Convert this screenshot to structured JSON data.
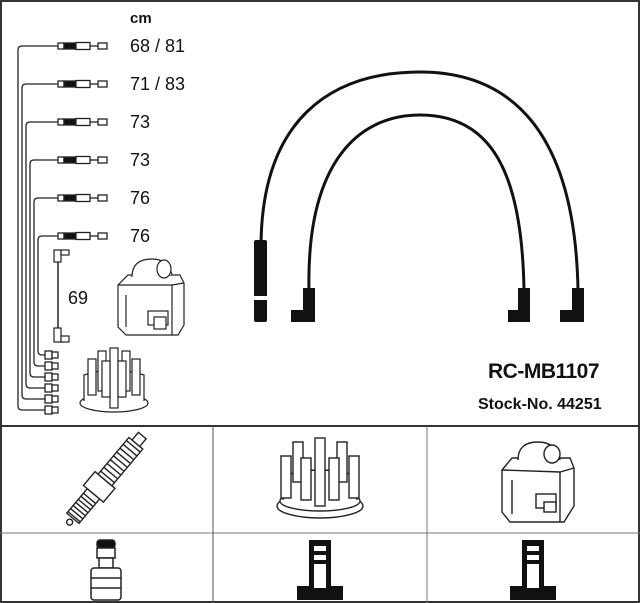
{
  "product": {
    "title": "RC-MB1107",
    "stock_label": "Stock-No. 44251"
  },
  "lengths": {
    "unit": "cm",
    "leads": [
      "68 / 81",
      "71 / 83",
      "73",
      "73",
      "76",
      "76"
    ],
    "coil_lead": "69"
  },
  "parts_table": {
    "top_row": [
      "spark-plug",
      "distributor-cap",
      "ignition-coil"
    ],
    "bottom_row": [
      "plug-terminal-connector",
      "cap-tower-connector",
      "coil-tower-connector"
    ]
  }
}
